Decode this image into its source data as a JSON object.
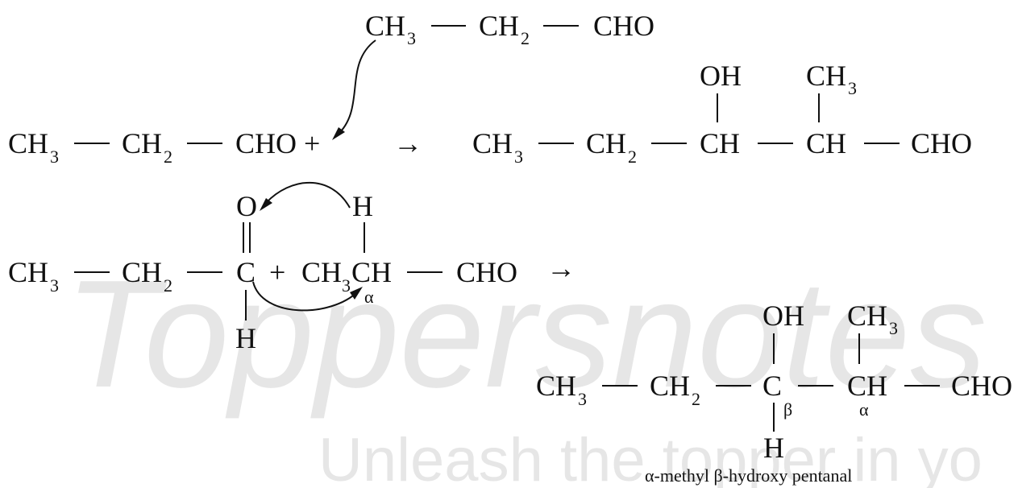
{
  "watermark": {
    "brand": "Toppersnotes",
    "tagline": "Unleash the topper in yo"
  },
  "row1": {
    "top": {
      "a": "CH",
      "a_sub": "3",
      "b": "CH",
      "b_sub": "2",
      "c": "CHO"
    },
    "left": {
      "a": "CH",
      "a_sub": "3",
      "b": "CH",
      "b_sub": "2",
      "c": "CHO +"
    },
    "arrow": "→",
    "product": {
      "a": "CH",
      "a_sub": "3",
      "b": "CH",
      "b_sub": "2",
      "c": "CH",
      "c_sub_top": "OH",
      "d": "CH",
      "d_top": "CH",
      "d_top_sub": "3",
      "e": "CHO"
    }
  },
  "row2": {
    "left": {
      "a": "CH",
      "a_sub": "3",
      "b": "CH",
      "b_sub": "2",
      "c": "C",
      "o": "O",
      "h": "H"
    },
    "plus": "+",
    "right": {
      "a": "CH",
      "a_sub": "3",
      "b": "CH",
      "h": "H",
      "alpha": "α",
      "c": "CHO"
    },
    "arrow": "→"
  },
  "row3": {
    "product": {
      "a": "CH",
      "a_sub": "3",
      "b": "CH",
      "b_sub": "2",
      "c": "C",
      "c_top": "OH",
      "c_bottom": "H",
      "beta": "β",
      "d": "CH",
      "d_top": "CH",
      "d_top_sub": "3",
      "alpha": "α",
      "e": "CHO"
    },
    "caption": "α-methyl  β-hydroxy pentanal"
  },
  "colors": {
    "ink": "#111111",
    "watermark": "#e6e6e6"
  }
}
